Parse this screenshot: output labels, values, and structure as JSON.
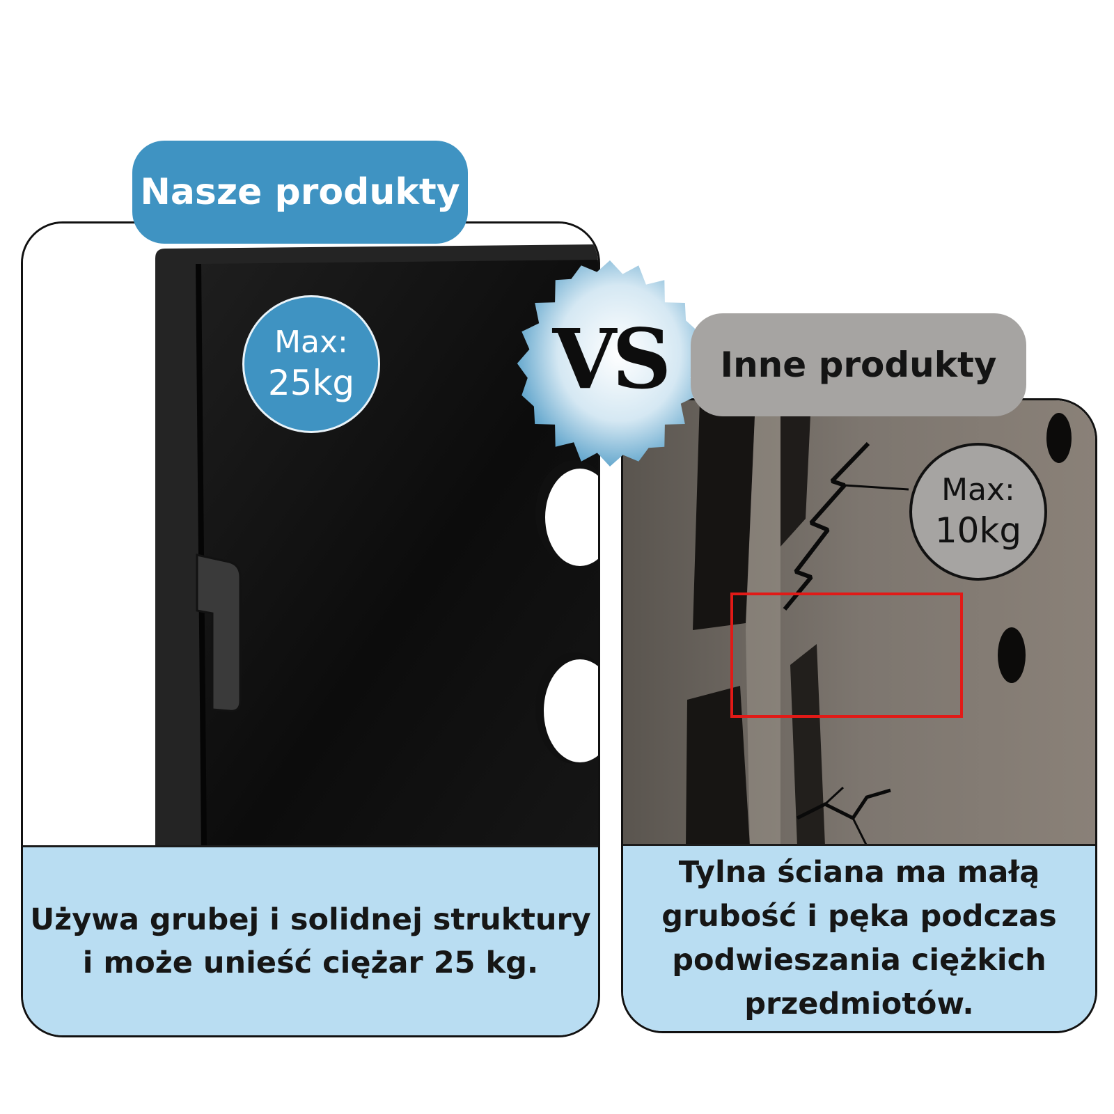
{
  "left": {
    "tag": "Nasze produkty",
    "badge_label": "Max:",
    "badge_value": "25kg",
    "caption": "Używa grubej i solidnej struktury i może unieść ciężar 25 kg."
  },
  "right": {
    "tag": "Inne produkty",
    "badge_label": "Max:",
    "badge_value": "10kg",
    "caption": "Tylna ściana ma małą grubość i pęka podczas podwieszania ciężkich przedmiotów."
  },
  "vs": "VS",
  "colors": {
    "accent_blue": "#3f93c2",
    "accent_gray": "#a6a4a2",
    "caption_bg": "#b9ddf2",
    "highlight_red": "#e11a17"
  }
}
